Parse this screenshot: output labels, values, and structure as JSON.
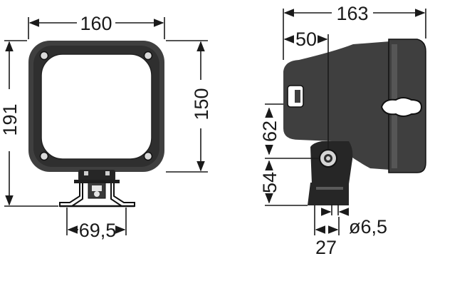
{
  "front_view": {
    "width_label": "160",
    "height_label": "150",
    "overall_height_label": "191",
    "bracket_width_label": "69,5"
  },
  "side_view": {
    "depth_label": "163",
    "pivot_offset_label": "50",
    "pivot_height_label": "62",
    "base_height_label": "54",
    "bolt_diameter_label": "ø6,5",
    "foot_width_label": "27"
  },
  "colors": {
    "housing": "#3f3f3f",
    "ink": "#1a1a1a",
    "background": "#ffffff"
  }
}
